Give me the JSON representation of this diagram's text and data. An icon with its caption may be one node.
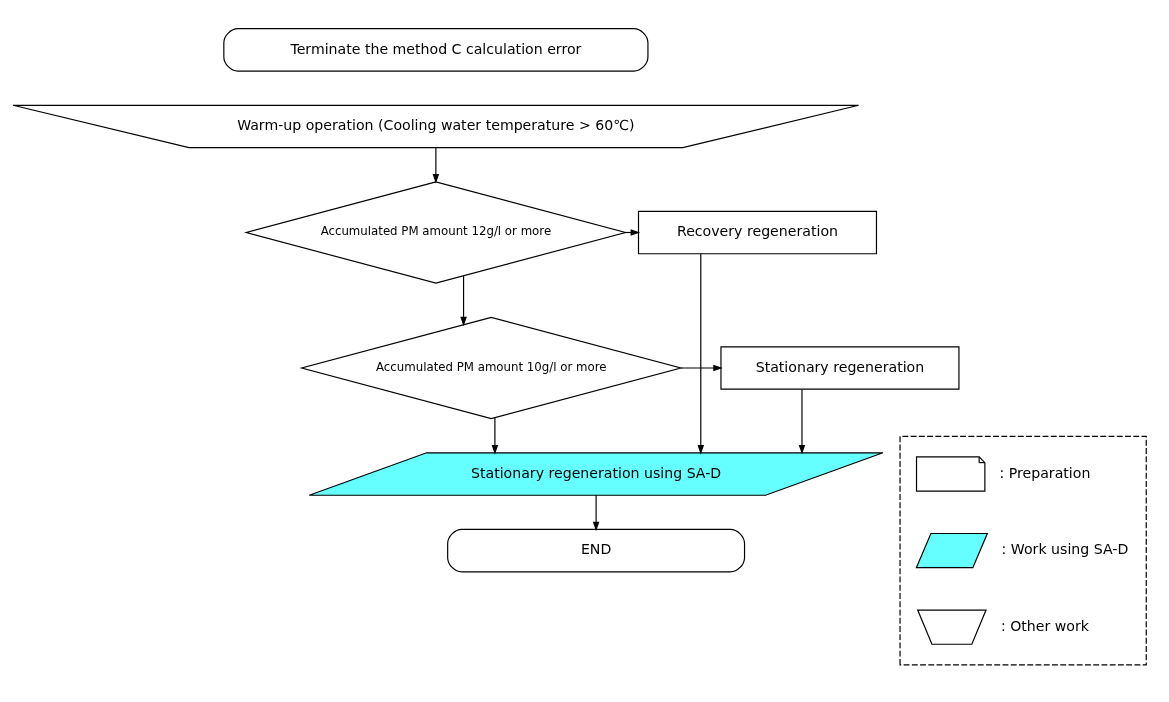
{
  "diagram": {
    "nodes": [
      {
        "text": [
          "Terminate the method C calculation error"
        ]
      },
      {
        "text": [
          "Warm-up operation (Cooling water temperature > 60℃)"
        ]
      },
      {
        "text": [
          "Accumulated PM amount 12g/l or more"
        ]
      },
      {
        "text": [
          "Recovery regeneration"
        ]
      },
      {
        "text": [
          "Accumulated PM amount 10g/l or more"
        ]
      },
      {
        "text": [
          "Stationary regeneration"
        ]
      },
      {
        "text": [
          "Stationary regeneration using SA-D"
        ]
      },
      {
        "text": [
          "END"
        ]
      },
      {
        "text": [],
        "shape": "box"
      },
      {
        "text": [],
        "shape": "note",
        "in": 8
      },
      {
        "text": [],
        "shape": "parallelogram",
        "in": 8
      },
      {
        "text": [],
        "shape": "trapezium",
        "in": 8
      }
    ],
    "edges": [
      {
        "from": 1,
        "to": 2,
        "arrow": "to"
      },
      {
        "from": 2,
        "to": 3,
        "arrow": "to"
      },
      {
        "from": 2,
        "to": 4,
        "arrow": "to"
      },
      {
        "from": 4,
        "to": 5,
        "arrow": "to"
      },
      {
        "from": 4,
        "to": 6,
        "arrow": "to"
      },
      {
        "from": 3,
        "to": 6,
        "arrow": "to"
      },
      {
        "from": 5,
        "to": 6,
        "arrow": "to"
      },
      {
        "from": 6,
        "to": 7,
        "arrow": "to"
      }
    ],
    "legend": [
      {
        "text": ": Preparation"
      },
      {
        "text": ": Work using SA-D",
        "color": "#66ffff"
      },
      {
        "text": ": Other work"
      }
    ]
  }
}
